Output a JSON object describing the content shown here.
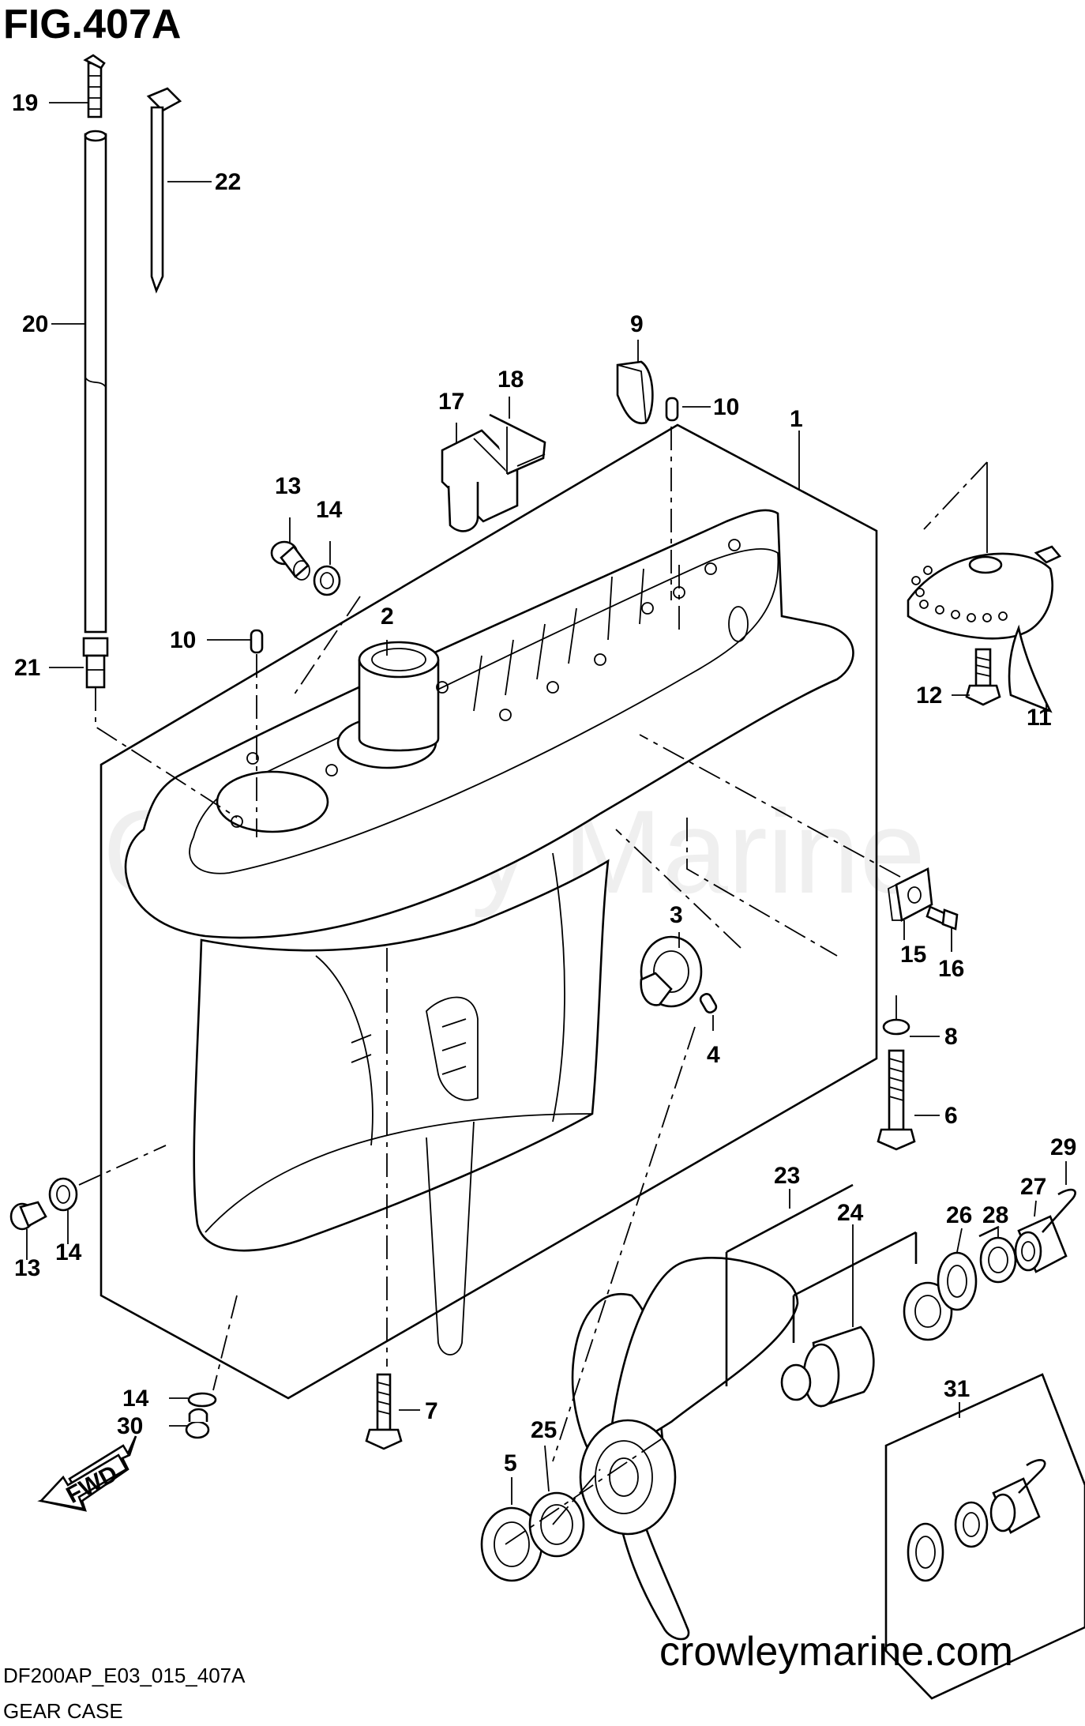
{
  "header": {
    "title": "FIG.407A"
  },
  "watermark": "Crowley Marine",
  "footer": {
    "code": "DF200AP_E03_015_407A",
    "caption": "GEAR CASE",
    "website": "crowleymarine.com"
  },
  "fwd_arrow": {
    "label": "FWD"
  },
  "callouts": [
    {
      "id": "c1",
      "number": "1"
    },
    {
      "id": "c2",
      "number": "2"
    },
    {
      "id": "c3",
      "number": "3"
    },
    {
      "id": "c4",
      "number": "4"
    },
    {
      "id": "c5",
      "number": "5"
    },
    {
      "id": "c6",
      "number": "6"
    },
    {
      "id": "c7",
      "number": "7"
    },
    {
      "id": "c8",
      "number": "8"
    },
    {
      "id": "c9",
      "number": "9"
    },
    {
      "id": "c10a",
      "number": "10"
    },
    {
      "id": "c10b",
      "number": "10"
    },
    {
      "id": "c11",
      "number": "11"
    },
    {
      "id": "c12",
      "number": "12"
    },
    {
      "id": "c13a",
      "number": "13"
    },
    {
      "id": "c13b",
      "number": "13"
    },
    {
      "id": "c14a",
      "number": "14"
    },
    {
      "id": "c14b",
      "number": "14"
    },
    {
      "id": "c14c",
      "number": "14"
    },
    {
      "id": "c15",
      "number": "15"
    },
    {
      "id": "c16",
      "number": "16"
    },
    {
      "id": "c17",
      "number": "17"
    },
    {
      "id": "c18",
      "number": "18"
    },
    {
      "id": "c19",
      "number": "19"
    },
    {
      "id": "c20",
      "number": "20"
    },
    {
      "id": "c21",
      "number": "21"
    },
    {
      "id": "c22",
      "number": "22"
    },
    {
      "id": "c23",
      "number": "23"
    },
    {
      "id": "c24",
      "number": "24"
    },
    {
      "id": "c25",
      "number": "25"
    },
    {
      "id": "c26",
      "number": "26"
    },
    {
      "id": "c27",
      "number": "27"
    },
    {
      "id": "c28",
      "number": "28"
    },
    {
      "id": "c29",
      "number": "29"
    },
    {
      "id": "c30",
      "number": "30"
    },
    {
      "id": "c31",
      "number": "31"
    }
  ]
}
